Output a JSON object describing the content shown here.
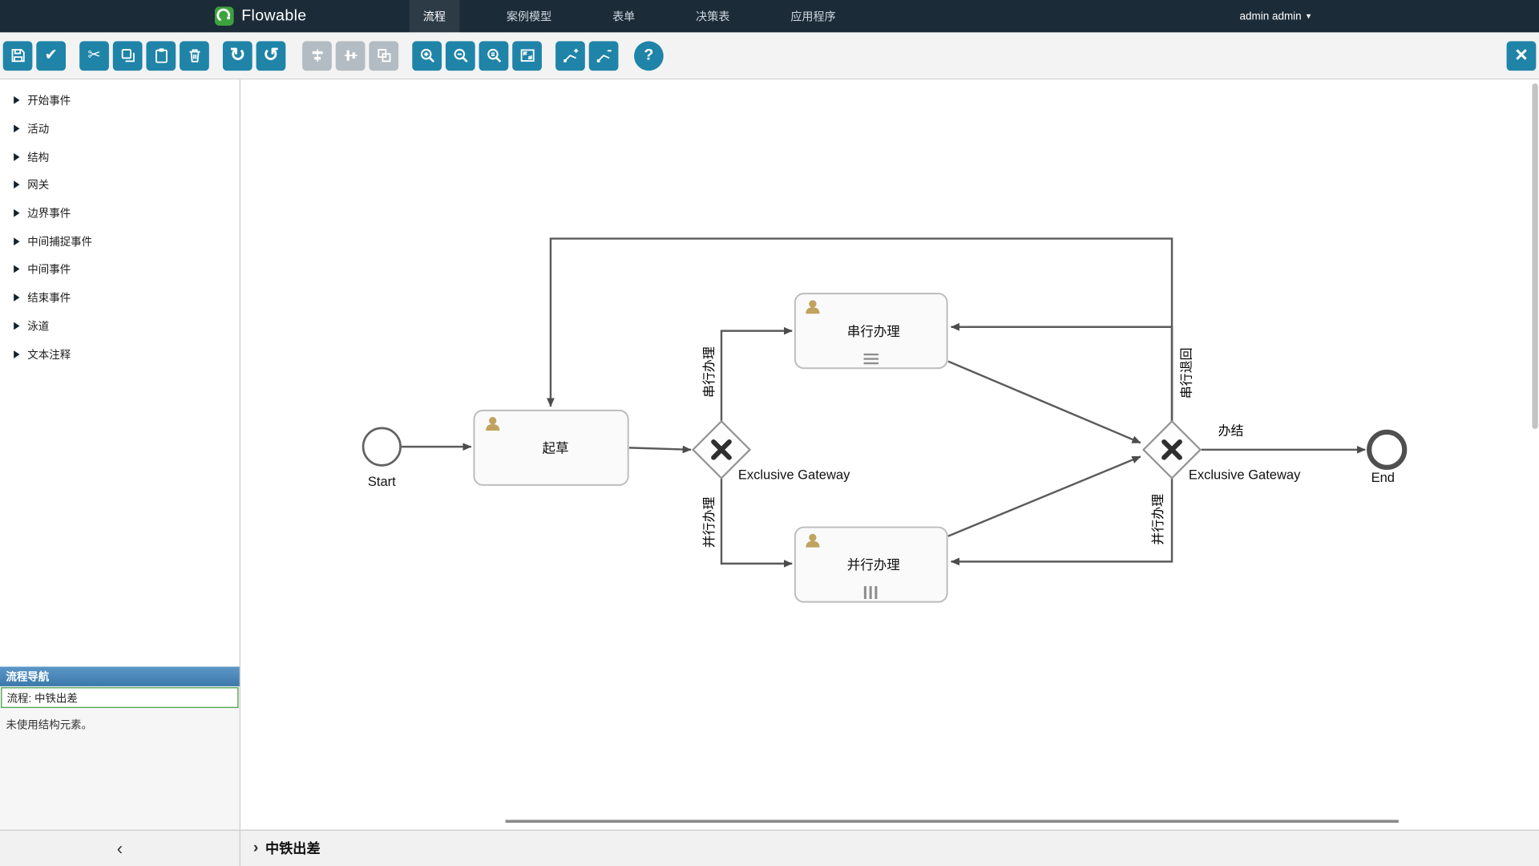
{
  "header": {
    "brand": "Flowable",
    "nav": [
      {
        "label": "流程",
        "active": true
      },
      {
        "label": "案例模型",
        "active": false
      },
      {
        "label": "表单",
        "active": false
      },
      {
        "label": "决策表",
        "active": false
      },
      {
        "label": "应用程序",
        "active": false
      }
    ],
    "user_menu": "admin admin",
    "user_caret": "▾"
  },
  "toolbar": {
    "buttons": [
      "save",
      "validate",
      "cut",
      "copy",
      "paste",
      "delete",
      "redo",
      "undo",
      "align-vertical",
      "align-horizontal",
      "same-size",
      "zoom-in",
      "zoom-out",
      "zoom-actual",
      "zoom-fit",
      "add-bendpoint",
      "remove-bendpoint",
      "help",
      "close"
    ],
    "glyphs": {
      "validate": "✔",
      "cut": "✂",
      "redo": "↻",
      "undo": "↺",
      "help": "?",
      "close": "×"
    }
  },
  "palette": {
    "sections": [
      {
        "label": "开始事件"
      },
      {
        "label": "活动"
      },
      {
        "label": "结构"
      },
      {
        "label": "网关"
      },
      {
        "label": "边界事件"
      },
      {
        "label": "中间捕捉事件"
      },
      {
        "label": "中间事件"
      },
      {
        "label": "结束事件"
      },
      {
        "label": "泳道"
      },
      {
        "label": "文本注释"
      }
    ]
  },
  "navigator": {
    "title": "流程导航",
    "process": "流程: 中铁出差",
    "note": "未使用结构元素。"
  },
  "footer": {
    "collapse_glyph": "‹",
    "chevron_glyph": "›",
    "title": "中铁出差"
  },
  "diagram": {
    "nodes": {
      "start": {
        "label": "Start",
        "type": "start-event"
      },
      "draft": {
        "label": "起草",
        "type": "user-task"
      },
      "gateway1": {
        "label": "Exclusive Gateway",
        "type": "exclusive-gateway",
        "marker": "X"
      },
      "serial": {
        "label": "串行办理",
        "type": "user-task-sequential"
      },
      "parallel": {
        "label": "并行办理",
        "type": "user-task-parallel"
      },
      "gateway2": {
        "label": "Exclusive Gateway",
        "type": "exclusive-gateway",
        "marker": "X"
      },
      "end": {
        "label": "End",
        "type": "end-event"
      }
    },
    "edges": [
      {
        "from": "start",
        "to": "draft",
        "label": ""
      },
      {
        "from": "draft",
        "to": "gateway1",
        "label": ""
      },
      {
        "from": "gateway1",
        "to": "serial",
        "label": "串行办理"
      },
      {
        "from": "gateway1",
        "to": "parallel",
        "label": "并行办理"
      },
      {
        "from": "serial",
        "to": "gateway2",
        "label": ""
      },
      {
        "from": "parallel",
        "to": "gateway2",
        "label": ""
      },
      {
        "from": "gateway2",
        "to": "draft",
        "label": ""
      },
      {
        "from": "gateway2",
        "to": "serial",
        "label": "串行退回"
      },
      {
        "from": "gateway2",
        "to": "parallel",
        "label": "并行办理"
      },
      {
        "from": "gateway2",
        "to": "end",
        "label": "办结"
      }
    ]
  }
}
